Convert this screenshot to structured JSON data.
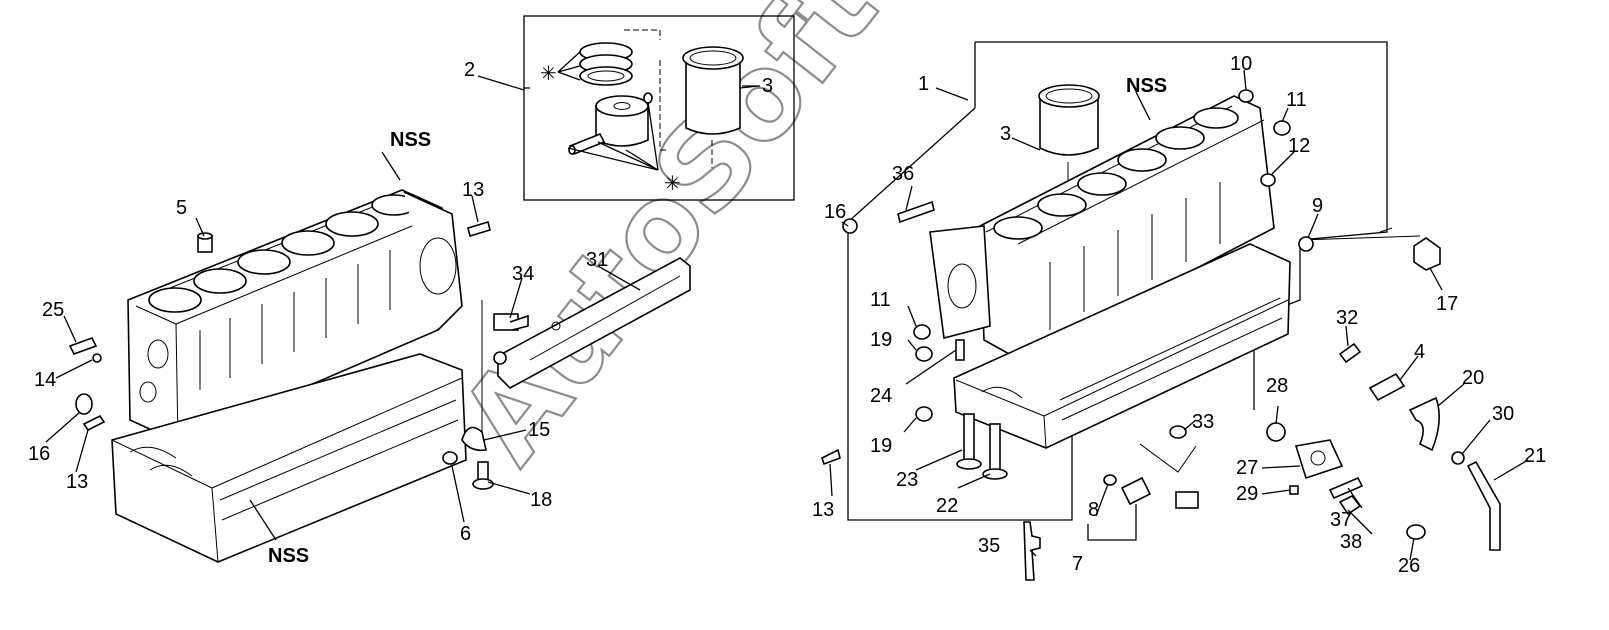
{
  "watermark": "AutoSoft",
  "labels": {
    "l1": "1",
    "l2": "2",
    "l3a": "3",
    "l3b": "3",
    "l4": "4",
    "l5": "5",
    "l6": "6",
    "l7": "7",
    "l8": "8",
    "l9": "9",
    "l10": "10",
    "l11a": "11",
    "l11b": "11",
    "l12": "12",
    "l13a": "13",
    "l13b": "13",
    "l13c": "13",
    "l14": "14",
    "l15": "15",
    "l16a": "16",
    "l16b": "16",
    "l17": "17",
    "l18": "18",
    "l19a": "19",
    "l19b": "19",
    "l20": "20",
    "l21": "21",
    "l22": "22",
    "l23": "23",
    "l24": "24",
    "l25": "25",
    "l26": "26",
    "l27": "27",
    "l28": "28",
    "l29": "29",
    "l30": "30",
    "l31": "31",
    "l32": "32",
    "l33": "33",
    "l34": "34",
    "l35": "35",
    "l36": "36",
    "l37": "37",
    "l38": "38",
    "nss1": "NSS",
    "nss2": "NSS",
    "nss3": "NSS",
    "ast1": "✳",
    "ast2": "✳"
  }
}
